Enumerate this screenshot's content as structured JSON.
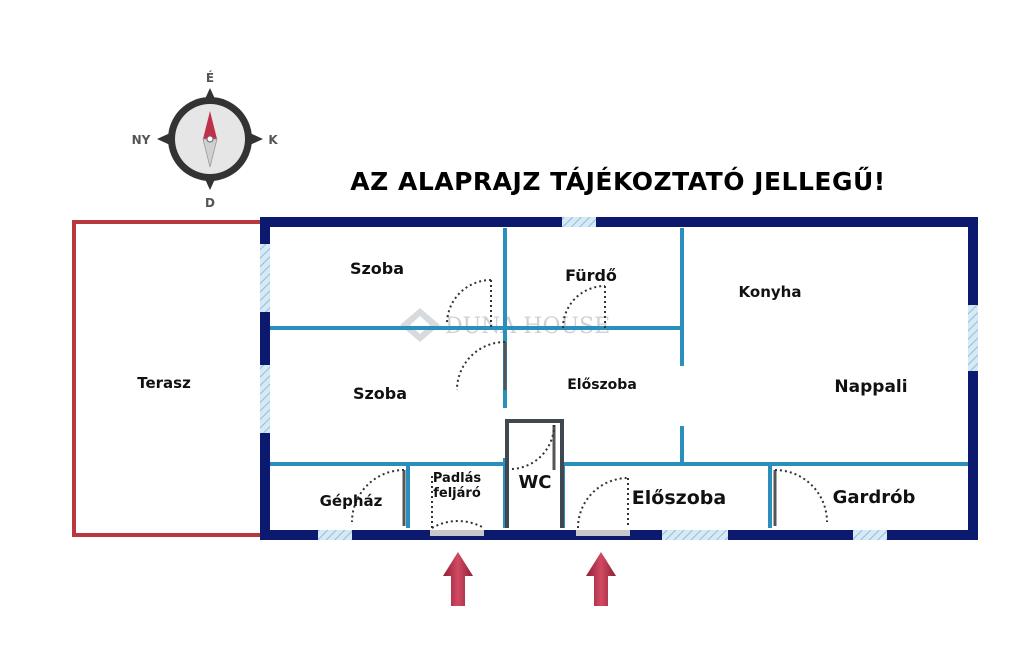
{
  "compass": {
    "north": "É",
    "south": "D",
    "east": "K",
    "west": "NY",
    "icon": "compass-rose-icon"
  },
  "title": "AZ ALAPRAJZ TÁJÉKOZTATÓ JELLEGŰ!",
  "watermark": "DUNA HOUSE",
  "rooms": {
    "terasz": "Terasz",
    "szoba_top": "Szoba",
    "szoba_mid": "Szoba",
    "furdo": "Fürdő",
    "konyha": "Konyha",
    "nappali": "Nappali",
    "eloszoba_inner": "Előszoba",
    "wc": "WC",
    "gephaz": "Gépház",
    "padlas_line1": "Padlás",
    "padlas_line2": "feljáró",
    "eloszoba_entry": "Előszoba",
    "gardrob": "Gardrób"
  },
  "colors": {
    "outer_wall": "#0b1a6e",
    "inner_wall": "#2a8fbd",
    "terrace": "#b8383d",
    "window": "#b9d8ea",
    "entry_arrow": "#b8334a",
    "door_swing": "#333333"
  },
  "entrances": [
    "entry-arrow-icon",
    "entry-arrow-icon"
  ]
}
